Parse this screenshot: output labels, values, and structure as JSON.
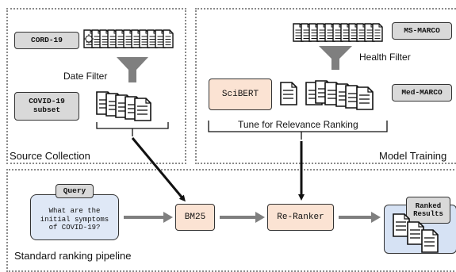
{
  "source_collection": {
    "title": "Source Collection",
    "cord19": "CORD-19",
    "filter": "Date Filter",
    "subset_line1": "COVID-19",
    "subset_line2": "subset"
  },
  "model_training": {
    "title": "Model Training",
    "msmarco": "MS-MARCO",
    "filter": "Health Filter",
    "scibert": "SciBERT",
    "medmarco": "Med-MARCO",
    "tune": "Tune for Relevance Ranking"
  },
  "pipeline": {
    "title": "Standard ranking pipeline",
    "query_label": "Query",
    "query_line1": "What are the",
    "query_line2": "initial symptoms",
    "query_line3": "of COVID-19?",
    "bm25": "BM25",
    "reranker": "Re-Ranker",
    "results_line1": "Ranked",
    "results_line2": "Results"
  }
}
